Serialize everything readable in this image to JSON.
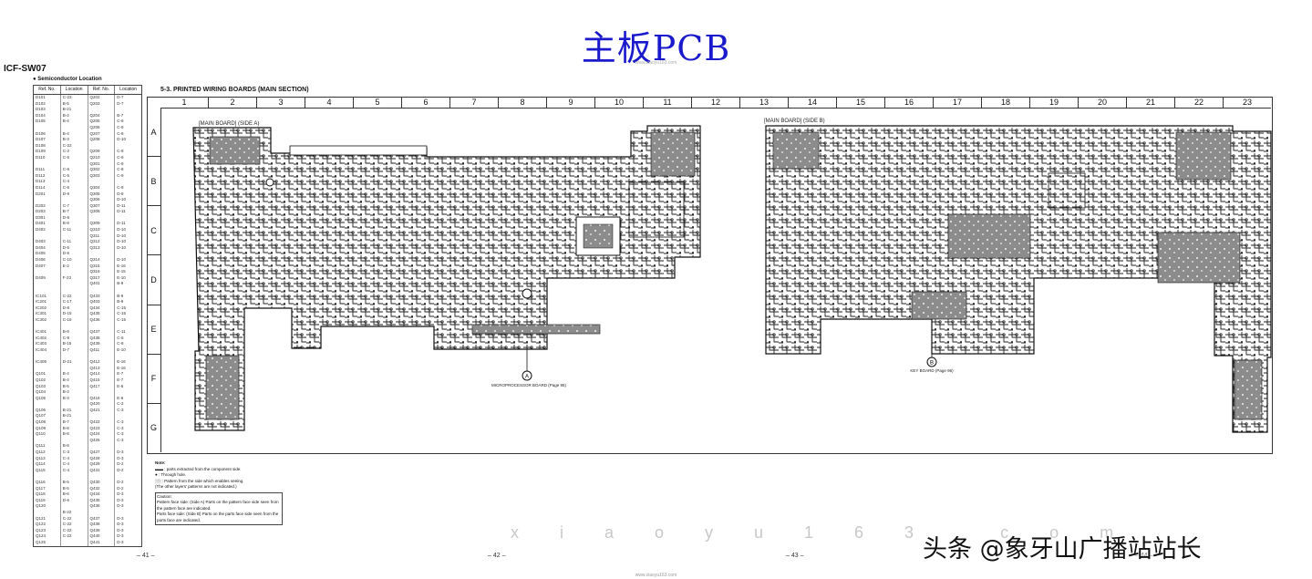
{
  "title": "主板PCB",
  "watermark_url": "www.xiaoyu163.com",
  "model": "ICF-SW07",
  "semiconductor": {
    "title": "● Semiconductor Location",
    "headers": [
      "Ref. No.",
      "Location",
      "Ref. No.",
      "Location"
    ],
    "ref1": "D101\nD102\nD103\nD104\nD105\n\nD106\nD107\nD108\nD109\nD110\n\nD111\nD112\nD113\nD114\nD201\n\nD202\nD203\nD301\nD401\nD402\n\nD403\nD404\nD405\nD406\nD407\n\nD409\n\n\nIC101\nIC201\nIC202\nIC301\nIC302\n\nIC401\nIC402\nIC403\nIC404\n\nIC405\n\nQ101\nQ102\nQ103\nQ104\nQ105\n\nQ106\nQ107\nQ108\nQ109\nQ110\n\nQ111\nQ112\nQ113\nQ114\nQ115\n\nQ116\nQ117\nQ118\nQ119\nQ120\n\nQ121\nQ122\nQ123\nQ124\nQ125\n\nQ126\nQ127\nQ128\nQ129\nQ130\n\nQ131\nQ132\nQ201",
    "loc1": "C-23\nB-5\nB-21\nB-4\nB-4\n\nB-4\nB-3\nC-22\nC-2\nC-5\n\nC-6\nC-5\nC-4\nC-5\nD-9\n\nC-7\nB-7\nD-8\nB-9\nC-11\n\nC-11\nD-5\nD-5\nC-10\nE-2\n\nF-23\n\n\nC-22\nC-17\nD-8\nD-15\nC-15\n\nB-9\nC-9\nB-15\nD-7\n\nD-21\n\nB-4\nB-4\nB-5\nB-3\nB-3\n\nB-21\nB-21\nB-7\nB-8\nB-8\n\nB-8\nC-3\nC-4\nC-4\nC-4\n\nB-5\nB-5\nB-6\nD-6\n\nB-22\nC-22\nC-22\nC-22\nC-22\n\nC-5\nC-5\nC-5\nC-5\nC-7\n\nB-21\nC-21\nD-6",
    "ref2": "Q202\nQ203\n\nQ204\nQ205\nQ206\nQ207\nQ208\n\nQ209\nQ210\nQ301\nQ302\nQ303\n\nQ304\nQ305\nQ306\nQ307\nQ308\n\nQ309\nQ310\nQ311\nQ312\nQ313\n\nQ314\nQ315\nQ316\nQ317\nQ401\n\nQ433\nQ403\nQ434\nQ435\nQ436\n\nQ437\nQ438\nQ439\nQ411\n\nQ412\nQ413\nQ414\nQ415\nQ417\n\nQ418\nQ420\nQ421\n\nQ422\nQ423\nQ424\nQ426\n\nQ427\nQ428\nQ429\nQ431\n\nQ430\nQ432\nQ434\nQ435\nQ436\n\nQ437\nQ438\nQ439\nQ440\nQ441\n\nQ442\nQ443\nQ444\nQ445",
    "loc2": "D-7\nD-7\n\nB-7\nC-8\nC-8\nC-8\nD-10\n\nC-8\nC-8\nC-8\nC-8\nC-9\n\nC-8\nD-8\nD-10\nD-11\nD-11\n\nD-11\nD-10\nD-10\nD-10\nD-10\n\nD-10\nE-16\nE-15\nE-10\nB-9\n\nB-9\nB-9\nC-15\nC-15\nC-15\n\nC-11\nC-5\nC-8\nE-10\n\nE-16\nE-16\nE-7\nE-7\nE-6\n\nE-6\nC-2\nC-3\n\nC-3\nC-3\nC-3\nC-3\n\nD-3\nD-3\nD-2\nD-2\n\nD-2\nD-2\nD-3\nD-3\nD-3\n\nD-3\nD-3\nD-3\nD-3\nD-3\n\nD-3\nD-3\nD-4\nD-4"
  },
  "section_title": "5-3. PRINTED WIRING BOARDS (MAIN SECTION)",
  "columns": [
    "1",
    "2",
    "3",
    "4",
    "5",
    "6",
    "7",
    "8",
    "9",
    "10",
    "11",
    "12",
    "13",
    "14",
    "15",
    "16",
    "17",
    "18",
    "19",
    "20",
    "21",
    "22",
    "23"
  ],
  "rows": [
    "A",
    "B",
    "C",
    "D",
    "E",
    "F",
    "G"
  ],
  "board_a_label": "[MAIN BOARD]   (SIDE A)",
  "board_b_label": "[MAIN BOARD]   (SIDE B)",
  "connector_a": "MICROPROCESSOR BOARD (Page 95)",
  "connector_a_marker": "A",
  "connector_b": "KEY BOARD (Page 96)",
  "connector_b_marker": "B",
  "notes": {
    "heading": "Note:",
    "lines": [
      "▬▬ : parts extracted from the component side.",
      "● : Through hole.",
      "░░ : Pattern from the side which enables seeing.",
      "(The other layers' patterns are not indicated.)"
    ],
    "caution_heading": "Caution:",
    "caution_lines": [
      "Pattern face side: (Side A)  Parts on the pattern face side seen from the pattern face are indicated.",
      "Parts face side: (Side B)  Parts on the parts face side seen from the parts face are indicated."
    ]
  },
  "pages": [
    "– 41 –",
    "– 42 –",
    "– 43 –",
    "– 44 –"
  ],
  "watermark_text": "x i a o y u 1 6 3 . c o m",
  "brand": "头条 @象牙山广播站站长",
  "colors": {
    "title": "#1a1acc",
    "copper": "#8c8c8c",
    "trace": "#222222"
  }
}
